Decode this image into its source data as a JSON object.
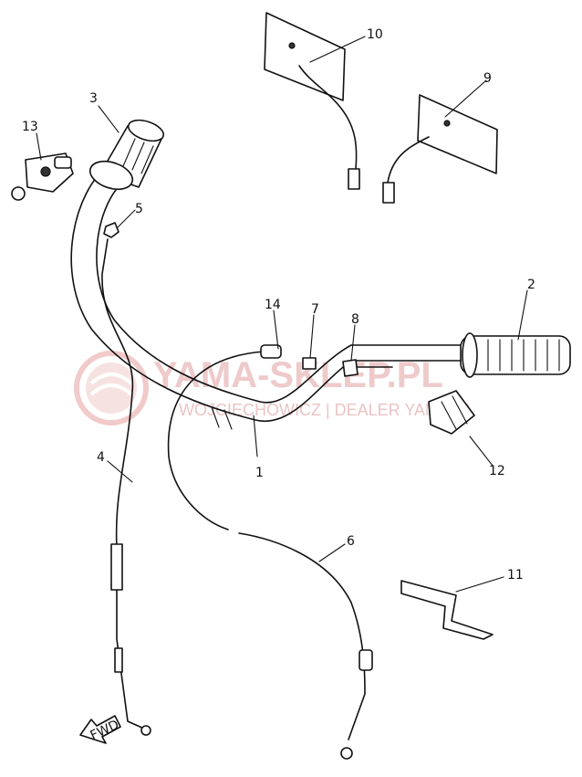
{
  "watermark": {
    "brand": "YAMA-SKLEP.PL",
    "tagline": "WOJCIECHOWICZ | DEALER YAMAHA",
    "color": "#e9b9b9"
  },
  "fwd_label": "FWD",
  "callouts": [
    {
      "id": "1",
      "label": "1"
    },
    {
      "id": "2",
      "label": "2"
    },
    {
      "id": "3",
      "label": "3"
    },
    {
      "id": "4",
      "label": "4"
    },
    {
      "id": "5",
      "label": "5"
    },
    {
      "id": "6",
      "label": "6"
    },
    {
      "id": "7",
      "label": "7"
    },
    {
      "id": "8",
      "label": "8"
    },
    {
      "id": "9",
      "label": "9"
    },
    {
      "id": "10",
      "label": "10"
    },
    {
      "id": "11",
      "label": "11"
    },
    {
      "id": "12",
      "label": "12"
    },
    {
      "id": "13",
      "label": "13"
    },
    {
      "id": "14",
      "label": "14"
    }
  ]
}
